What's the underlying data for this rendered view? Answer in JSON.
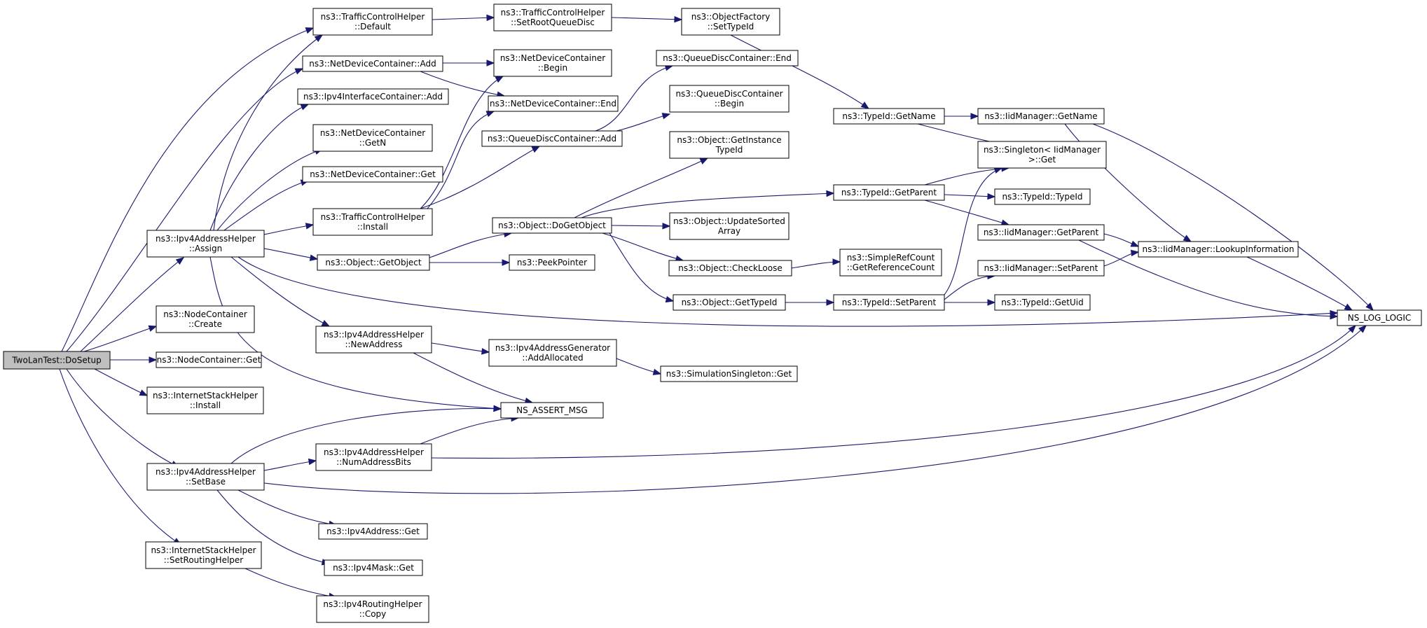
{
  "diagram": {
    "type": "call-graph",
    "nodes": [
      {
        "id": "dosetup",
        "lines": [
          "TwoLanTest::DoSetup"
        ]
      },
      {
        "id": "tch_default",
        "lines": [
          "ns3::TrafficControlHelper",
          "::Default"
        ]
      },
      {
        "id": "ndc_add",
        "lines": [
          "ns3::NetDeviceContainer::Add"
        ]
      },
      {
        "id": "ipv4ic_add",
        "lines": [
          "ns3::Ipv4InterfaceContainer::Add"
        ]
      },
      {
        "id": "ndc_getn",
        "lines": [
          "ns3::NetDeviceContainer",
          "::GetN"
        ]
      },
      {
        "id": "ndc_get",
        "lines": [
          "ns3::NetDeviceContainer::Get"
        ]
      },
      {
        "id": "tch_install",
        "lines": [
          "ns3::TrafficControlHelper",
          "::Install"
        ]
      },
      {
        "id": "ipv4ah_assign",
        "lines": [
          "ns3::Ipv4AddressHelper",
          "::Assign"
        ]
      },
      {
        "id": "obj_getobject",
        "lines": [
          "ns3::Object::GetObject"
        ]
      },
      {
        "id": "nc_create",
        "lines": [
          "ns3::NodeContainer",
          "::Create"
        ]
      },
      {
        "id": "nc_get",
        "lines": [
          "ns3::NodeContainer::Get"
        ]
      },
      {
        "id": "ish_install",
        "lines": [
          "ns3::InternetStackHelper",
          "::Install"
        ]
      },
      {
        "id": "ipv4ah_newaddress",
        "lines": [
          "ns3::Ipv4AddressHelper",
          "::NewAddress"
        ]
      },
      {
        "id": "ipv4ah_setbase",
        "lines": [
          "ns3::Ipv4AddressHelper",
          "::SetBase"
        ]
      },
      {
        "id": "ipv4ah_numaddressbits",
        "lines": [
          "ns3::Ipv4AddressHelper",
          "::NumAddressBits"
        ]
      },
      {
        "id": "ipv4address_get",
        "lines": [
          "ns3::Ipv4Address::Get"
        ]
      },
      {
        "id": "ipv4mask_get",
        "lines": [
          "ns3::Ipv4Mask::Get"
        ]
      },
      {
        "id": "ish_setroutinghelper",
        "lines": [
          "ns3::InternetStackHelper",
          "::SetRoutingHelper"
        ]
      },
      {
        "id": "ipv4rh_copy",
        "lines": [
          "ns3::Ipv4RoutingHelper",
          "::Copy"
        ]
      },
      {
        "id": "tch_setrootqueuedisc",
        "lines": [
          "ns3::TrafficControlHelper",
          "::SetRootQueueDisc"
        ]
      },
      {
        "id": "ndc_begin",
        "lines": [
          "ns3::NetDeviceContainer",
          "::Begin"
        ]
      },
      {
        "id": "ndc_end",
        "lines": [
          "ns3::NetDeviceContainer::End"
        ]
      },
      {
        "id": "qdc_add",
        "lines": [
          "ns3::QueueDiscContainer::Add"
        ]
      },
      {
        "id": "obj_dogetobject",
        "lines": [
          "ns3::Object::DoGetObject"
        ]
      },
      {
        "id": "peekpointer",
        "lines": [
          "ns3::PeekPointer"
        ]
      },
      {
        "id": "ipv4ag_addallocated",
        "lines": [
          "ns3::Ipv4AddressGenerator",
          "::AddAllocated"
        ]
      },
      {
        "id": "ns_assert_msg",
        "lines": [
          "NS_ASSERT_MSG"
        ]
      },
      {
        "id": "of_settypeid",
        "lines": [
          "ns3::ObjectFactory",
          "::SetTypeId"
        ]
      },
      {
        "id": "qdc_end",
        "lines": [
          "ns3::QueueDiscContainer::End"
        ]
      },
      {
        "id": "qdc_begin",
        "lines": [
          "ns3::QueueDiscContainer",
          "::Begin"
        ]
      },
      {
        "id": "obj_getinstancetypeid",
        "lines": [
          "ns3::Object::GetInstance",
          "TypeId"
        ]
      },
      {
        "id": "obj_updatesortedarray",
        "lines": [
          "ns3::Object::UpdateSorted",
          "Array"
        ]
      },
      {
        "id": "obj_checkloose",
        "lines": [
          "ns3::Object::CheckLoose"
        ]
      },
      {
        "id": "obj_gettypeid",
        "lines": [
          "ns3::Object::GetTypeId"
        ]
      },
      {
        "id": "simsingleton_get",
        "lines": [
          "ns3::SimulationSingleton::Get"
        ]
      },
      {
        "id": "typeid_getname",
        "lines": [
          "ns3::TypeId::GetName"
        ]
      },
      {
        "id": "typeid_getparent",
        "lines": [
          "ns3::TypeId::GetParent"
        ]
      },
      {
        "id": "srefcount_getrefcount",
        "lines": [
          "ns3::SimpleRefCount",
          "::GetReferenceCount"
        ]
      },
      {
        "id": "typeid_setparent",
        "lines": [
          "ns3::TypeId::SetParent"
        ]
      },
      {
        "id": "iidmgr_getname",
        "lines": [
          "ns3::IidManager::GetName"
        ]
      },
      {
        "id": "singleton_get",
        "lines": [
          "ns3::Singleton< IidManager",
          ">::Get"
        ]
      },
      {
        "id": "typeid_typeid",
        "lines": [
          "ns3::TypeId::TypeId"
        ]
      },
      {
        "id": "iidmgr_getparent",
        "lines": [
          "ns3::IidManager::GetParent"
        ]
      },
      {
        "id": "iidmgr_setparent",
        "lines": [
          "ns3::IidManager::SetParent"
        ]
      },
      {
        "id": "typeid_getuid",
        "lines": [
          "ns3::TypeId::GetUid"
        ]
      },
      {
        "id": "iidmgr_lookupinfo",
        "lines": [
          "ns3::IidManager::LookupInformation"
        ]
      },
      {
        "id": "ns_log_logic",
        "lines": [
          "NS_LOG_LOGIC"
        ]
      }
    ],
    "edges": [
      [
        "dosetup",
        "tch_default"
      ],
      [
        "dosetup",
        "ndc_add"
      ],
      [
        "dosetup",
        "ipv4ah_assign"
      ],
      [
        "dosetup",
        "nc_create"
      ],
      [
        "dosetup",
        "nc_get"
      ],
      [
        "dosetup",
        "ish_install"
      ],
      [
        "dosetup",
        "ipv4ah_setbase"
      ],
      [
        "dosetup",
        "ish_setroutinghelper"
      ],
      [
        "tch_default",
        "tch_setrootqueuedisc"
      ],
      [
        "tch_setrootqueuedisc",
        "of_settypeid"
      ],
      [
        "of_settypeid",
        "typeid_getname"
      ],
      [
        "ndc_add",
        "ndc_begin"
      ],
      [
        "ndc_add",
        "ndc_end"
      ],
      [
        "ipv4ah_assign",
        "tch_default"
      ],
      [
        "ipv4ah_assign",
        "ipv4ic_add"
      ],
      [
        "ipv4ah_assign",
        "ndc_getn"
      ],
      [
        "ipv4ah_assign",
        "ndc_get"
      ],
      [
        "ipv4ah_assign",
        "tch_install"
      ],
      [
        "ipv4ah_assign",
        "obj_getobject"
      ],
      [
        "ipv4ah_assign",
        "ipv4ah_newaddress"
      ],
      [
        "ipv4ah_assign",
        "ns_assert_msg"
      ],
      [
        "ipv4ah_assign",
        "ns_log_logic"
      ],
      [
        "tch_install",
        "ndc_begin"
      ],
      [
        "tch_install",
        "ndc_end"
      ],
      [
        "tch_install",
        "qdc_add"
      ],
      [
        "qdc_add",
        "qdc_end"
      ],
      [
        "qdc_add",
        "qdc_begin"
      ],
      [
        "obj_getobject",
        "obj_dogetobject"
      ],
      [
        "obj_getobject",
        "peekpointer"
      ],
      [
        "obj_dogetobject",
        "obj_getinstancetypeid"
      ],
      [
        "obj_dogetobject",
        "typeid_getparent"
      ],
      [
        "obj_dogetobject",
        "obj_updatesortedarray"
      ],
      [
        "obj_dogetobject",
        "obj_checkloose"
      ],
      [
        "obj_dogetobject",
        "obj_gettypeid"
      ],
      [
        "obj_checkloose",
        "srefcount_getrefcount"
      ],
      [
        "obj_gettypeid",
        "typeid_setparent"
      ],
      [
        "typeid_getname",
        "iidmgr_getname"
      ],
      [
        "typeid_getname",
        "singleton_get"
      ],
      [
        "typeid_getparent",
        "singleton_get"
      ],
      [
        "typeid_getparent",
        "typeid_typeid"
      ],
      [
        "typeid_getparent",
        "iidmgr_getparent"
      ],
      [
        "typeid_setparent",
        "singleton_get"
      ],
      [
        "typeid_setparent",
        "iidmgr_setparent"
      ],
      [
        "typeid_setparent",
        "typeid_getuid"
      ],
      [
        "iidmgr_getname",
        "iidmgr_lookupinfo"
      ],
      [
        "iidmgr_getname",
        "ns_log_logic"
      ],
      [
        "iidmgr_getparent",
        "iidmgr_lookupinfo"
      ],
      [
        "iidmgr_getparent",
        "ns_log_logic"
      ],
      [
        "iidmgr_setparent",
        "iidmgr_lookupinfo"
      ],
      [
        "iidmgr_lookupinfo",
        "ns_log_logic"
      ],
      [
        "ipv4ah_newaddress",
        "ipv4ag_addallocated"
      ],
      [
        "ipv4ah_newaddress",
        "ns_assert_msg"
      ],
      [
        "ipv4ag_addallocated",
        "simsingleton_get"
      ],
      [
        "ipv4ah_setbase",
        "ns_assert_msg"
      ],
      [
        "ipv4ah_setbase",
        "ipv4ah_numaddressbits"
      ],
      [
        "ipv4ah_setbase",
        "ns_log_logic"
      ],
      [
        "ipv4ah_setbase",
        "ipv4address_get"
      ],
      [
        "ipv4ah_setbase",
        "ipv4mask_get"
      ],
      [
        "ipv4ah_numaddressbits",
        "ns_assert_msg"
      ],
      [
        "ipv4ah_numaddressbits",
        "ns_log_logic"
      ],
      [
        "ish_setroutinghelper",
        "ipv4rh_copy"
      ]
    ]
  }
}
